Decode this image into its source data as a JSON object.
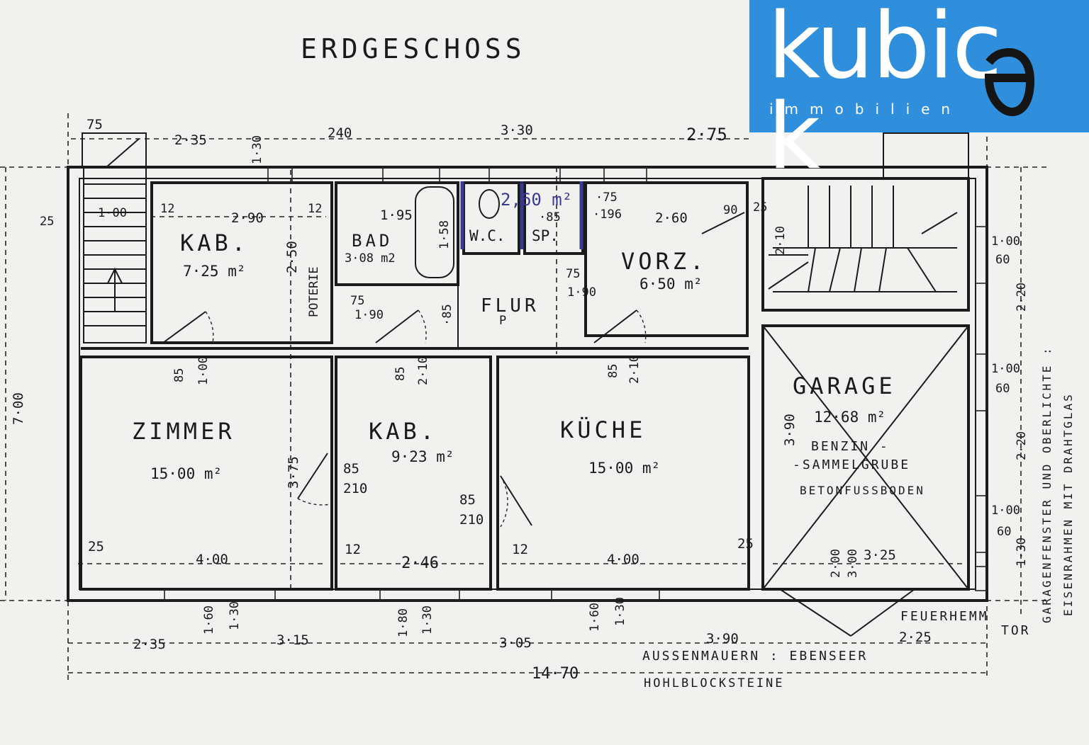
{
  "title": "ERDGESCHOSS",
  "logo": {
    "brand": "kubic",
    "mark": "e",
    "tail": "k",
    "sub": "immobilien"
  },
  "rooms": {
    "kab_top": {
      "name": "KAB.",
      "area": "7·25 m²"
    },
    "bad": {
      "name": "BAD",
      "area": "3·08 m2"
    },
    "wc": {
      "name": "W.C."
    },
    "sp": {
      "name": "SP."
    },
    "wc_area": "2,60 m²",
    "flur": {
      "name": "FLUR"
    },
    "vorz": {
      "name": "VORZ.",
      "area": "6·50 m²"
    },
    "zimmer": {
      "name": "ZIMMER",
      "area": "15·00 m²"
    },
    "kab_bottom": {
      "name": "KAB.",
      "area": "9·23 m²"
    },
    "kueche": {
      "name": "KÜCHE",
      "area": "15·00 m²"
    },
    "garage": {
      "name": "GARAGE",
      "area": "12·68 m²",
      "note1": "BENZIN -",
      "note2": "-SAMMELGRUBE",
      "note3": "BETONFUSSBODEN"
    }
  },
  "labels": {
    "poterie": "POTERIE",
    "p": "P",
    "feuer1": "FEUERHEMM",
    "feuer2": "TOR",
    "aussen1": "AUSSENMAUERN : EBENSEER",
    "aussen2": "HOHLBLOCKSTEINE",
    "side1": "GARAGENFENSTER UND OBERLICHTE :",
    "side2": "EISENRAHMEN MIT DRAHTGLAS"
  },
  "dims": {
    "top": [
      "75",
      "2·35",
      "240",
      "3·30",
      "2·75"
    ],
    "upper": [
      "12",
      "2·90",
      "12",
      "1·95",
      "·85",
      "·75",
      "·196",
      "2·60",
      "90",
      "25"
    ],
    "vert": [
      "2·50",
      "1·58",
      "2·10",
      "3·75",
      "3·90",
      "7·00",
      "25",
      "1·00",
      "1·30"
    ],
    "door": [
      "85",
      "1·00",
      "85",
      "2·10",
      "85",
      "2·10",
      "85",
      "210",
      "85",
      "210",
      "75",
      "1·90",
      "75",
      "1·90",
      "·85"
    ],
    "bottom_inner": [
      "25",
      "4·00",
      "12",
      "2·46",
      "12",
      "4·00",
      "25",
      "3·25"
    ],
    "bottom_outer": [
      "2·35",
      "3·15",
      "3·05",
      "3·90",
      "2·25",
      "14·70"
    ],
    "win": [
      "1·60",
      "1·30",
      "1·80",
      "1·30",
      "1·60",
      "1·30",
      "2·00",
      "3·00"
    ],
    "right": [
      "1·00",
      "60",
      "2·20",
      "1·00",
      "60",
      "2·20",
      "1·00",
      "60",
      "1·30"
    ]
  }
}
